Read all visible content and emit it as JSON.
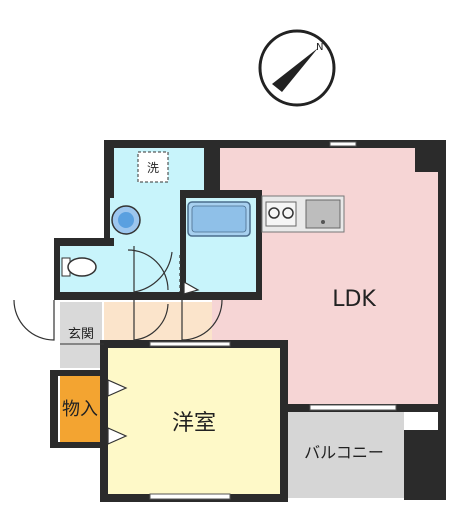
{
  "compass": {
    "north_label": "N"
  },
  "rooms": {
    "ldk": "LDK",
    "western_room": "洋室",
    "balcony": "バルコニー",
    "storage": "物入",
    "entrance": "玄関",
    "washer": "洗"
  },
  "colors": {
    "ldk": "#f6d5d5",
    "western_room": "#fef9c8",
    "wet_area": "#c8f4fb",
    "entrance": "#d9d9d9",
    "hallway": "#fbe4cb",
    "storage": "#f3a431",
    "balcony": "#d6d6d6",
    "wall": "#2b2b2b"
  }
}
